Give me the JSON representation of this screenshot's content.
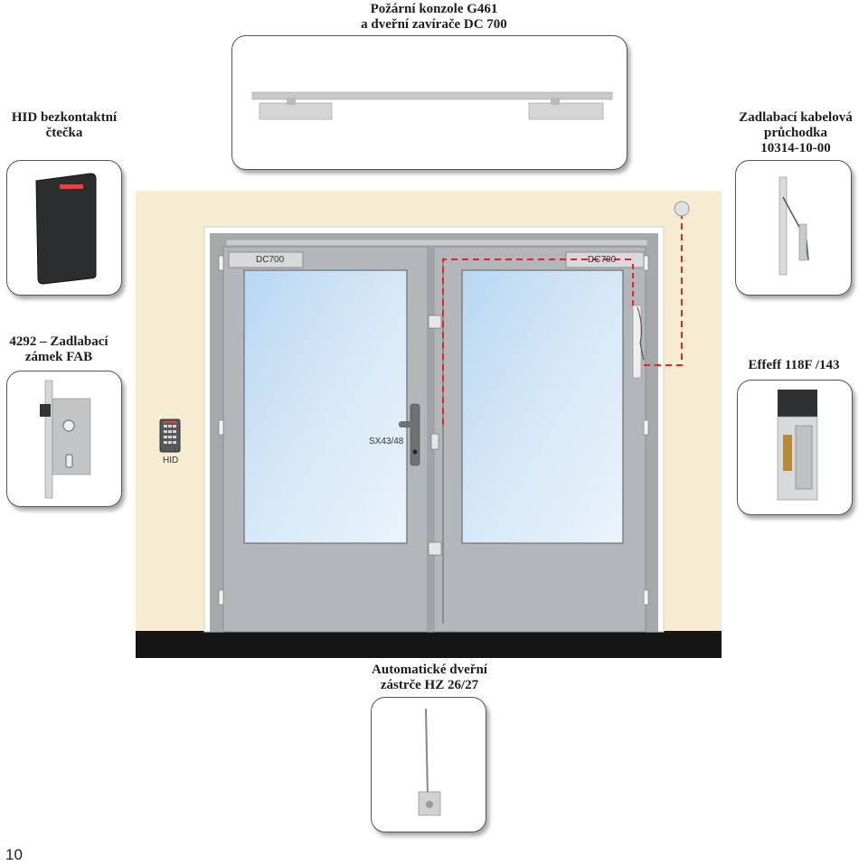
{
  "labels": {
    "top": [
      "Požární konzole G461",
      "a dveřní zavírače DC 700"
    ],
    "hid_reader": [
      "HID bezkontaktní",
      "čtečka"
    ],
    "cable": [
      "Zadlabací kabelová",
      "průchodka",
      "10314-10-00"
    ],
    "lock": [
      "4292 – Zadlabací",
      "zámek FAB"
    ],
    "effeff": [
      "Effeff 118F /143"
    ],
    "bolt": [
      "Automatické dveřní",
      "zástrče HZ 26/27"
    ]
  },
  "door": {
    "closer_left": "DC700",
    "closer_right": "DC700",
    "handle_label": "SX43/48",
    "keypad_label": "HID"
  },
  "page_number": "10"
}
